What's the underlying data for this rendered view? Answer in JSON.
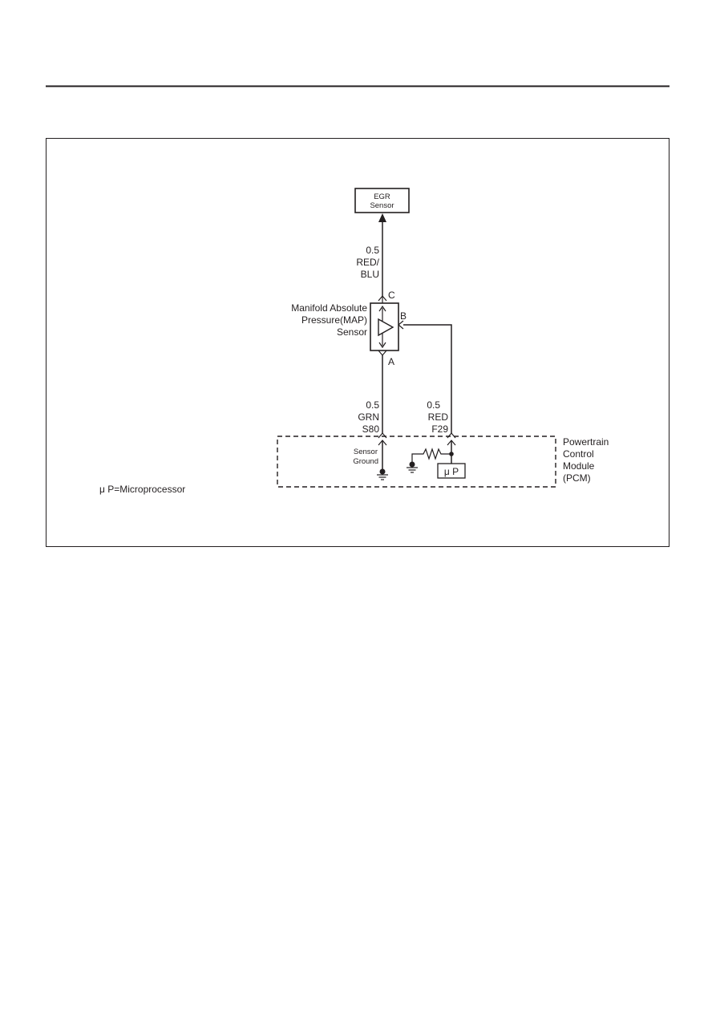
{
  "diagram": {
    "egr_sensor": {
      "line1": "EGR",
      "line2": "Sensor"
    },
    "wire_c": {
      "gauge": "0.5",
      "color_line1": "RED/",
      "color_line2": "BLU"
    },
    "map_sensor": {
      "line1": "Manifold Absolute",
      "line2": "Pressure(MAP)",
      "line3": "Sensor",
      "pin_c": "C",
      "pin_b": "B",
      "pin_a": "A"
    },
    "wire_a": {
      "gauge": "0.5",
      "color": "GRN",
      "terminal": "S80"
    },
    "wire_b": {
      "gauge": "0.5",
      "color": "RED",
      "terminal": "F29"
    },
    "pcm": {
      "line1": "Powertrain",
      "line2": "Control",
      "line3": "Module",
      "line4": "(PCM)",
      "sensor_ground_line1": "Sensor",
      "sensor_ground_line2": "Ground",
      "microprocessor": "μ P"
    },
    "legend": "μ P=Microprocessor"
  }
}
